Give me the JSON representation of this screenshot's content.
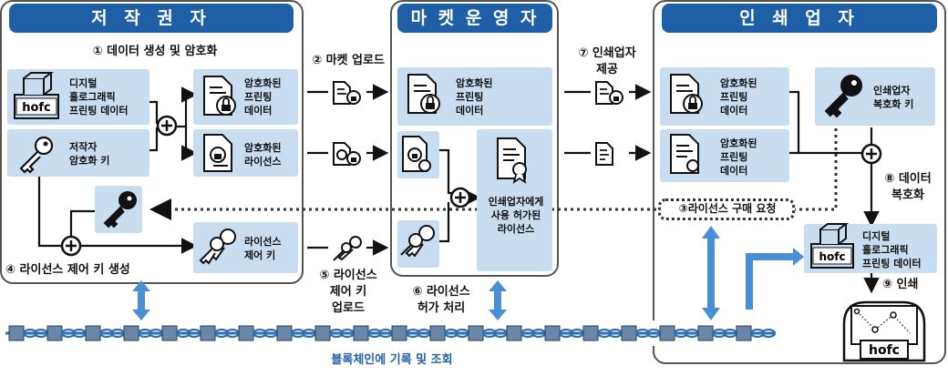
{
  "panels": {
    "author": "저 작 권 자",
    "market": "마 켓 운 영 자",
    "printer": "인 쇄 업 자"
  },
  "steps": {
    "s1": "① 데이터 생성 및 암호화",
    "s2": "② 마켓 업로드",
    "s3": "③라이선스 구매 요청",
    "s4": "④ 라이선스 제어 키 생성",
    "s5": "⑤ 라이선스\n제어 키\n업로드",
    "s6": "⑥ 라이선스\n허가 처리",
    "s7": "⑦ 인쇄업자\n제공",
    "s8": "⑧ 데이터\n복호화",
    "s9": "⑨ 인쇄"
  },
  "author": {
    "digital_data": "디지털\n홀로그래픽\n프린팅 데이터",
    "author_key": "저작자\n암호화 키",
    "enc_data": "암호화된\n프린팅\n데이터",
    "enc_license": "암호화된\n라이선스",
    "license_key": "라이선스\n제어 키"
  },
  "market": {
    "enc_data": "암호화된\n프린팅\n데이터",
    "allowed_license": "인쇄업자에게\n사용 허가된\n라이선스"
  },
  "printer": {
    "enc_data": "암호화된\n프린팅\n데이터",
    "enc_data2": "암호화된\n프린팅\n데이터",
    "decrypt_key": "인쇄업자\n복호화 키",
    "digital_data": "디지털\n홀로그래픽\n프린팅 데이터"
  },
  "blockchain_label": "블록체인에 기록 및 조회",
  "logo_text": "hofc",
  "colors": {
    "header": "#1f5fa6",
    "box": "#c9ddf0",
    "arrow": "#4a8fd6",
    "chain": "#2f6fb0"
  }
}
